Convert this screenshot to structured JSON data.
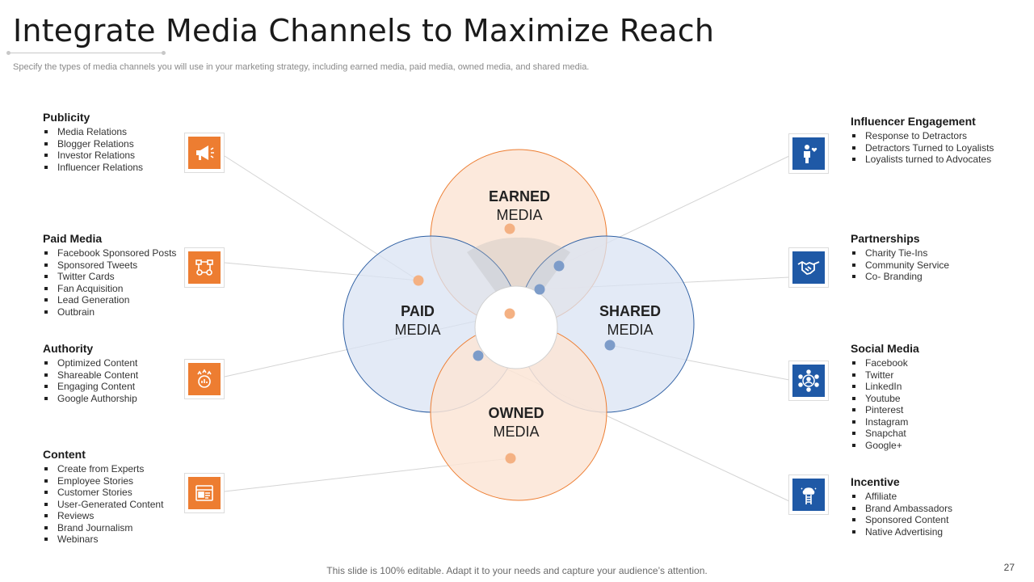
{
  "title": "Integrate Media Channels to Maximize Reach",
  "subtitle": "Specify the types of media channels you will use in your marketing strategy, including earned media, paid media, owned media, and shared media.",
  "footer": "This slide is 100% editable. Adapt it to your needs and capture your audience’s attention.",
  "page_number": "27",
  "colors": {
    "orange": "#ed7d31",
    "blue": "#1f59a6",
    "orange_fill": "#fbe5d6",
    "blue_fill": "#dae3f3"
  },
  "circles": {
    "earned": {
      "bold": "EARNED",
      "normal": "MEDIA"
    },
    "paid": {
      "bold": "PAID",
      "normal": "MEDIA"
    },
    "shared": {
      "bold": "SHARED",
      "normal": "MEDIA"
    },
    "owned": {
      "bold": "OWNED",
      "normal": "MEDIA"
    }
  },
  "left": [
    {
      "title": "Publicity",
      "icon": "megaphone-icon",
      "items": [
        "Media Relations",
        "Blogger Relations",
        "Investor Relations",
        "Influencer Relations"
      ]
    },
    {
      "title": "Paid Media",
      "icon": "workflow-icon",
      "items": [
        "Facebook Sponsored Posts",
        "Sponsored Tweets",
        "Twitter Cards",
        "Fan Acquisition",
        "Lead Generation",
        "Outbrain"
      ]
    },
    {
      "title": "Authority",
      "icon": "growth-head-icon",
      "items": [
        "Optimized Content",
        "Shareable Content",
        "Engaging Content",
        "Google Authorship"
      ]
    },
    {
      "title": "Content",
      "icon": "web-page-icon",
      "items": [
        "Create from Experts",
        "Employee Stories",
        "Customer Stories",
        "User-Generated Content",
        "Reviews",
        "Brand Journalism",
        "Webinars"
      ]
    }
  ],
  "right": [
    {
      "title": "Influencer Engagement",
      "icon": "person-heart-icon",
      "items": [
        "Response to Detractors",
        "Detractors Turned to Loyalists",
        "Loyalists turned to Advocates"
      ]
    },
    {
      "title": "Partnerships",
      "icon": "handshake-icon",
      "items": [
        "Charity Tie-Ins",
        "Community Service",
        "Co- Branding"
      ]
    },
    {
      "title": "Social Media",
      "icon": "social-network-icon",
      "items": [
        "Facebook",
        "Twitter",
        "LinkedIn",
        "Youtube",
        "Pinterest",
        "Instagram",
        "Snapchat",
        "Google+"
      ]
    },
    {
      "title": "Incentive",
      "icon": "brain-ladder-icon",
      "items": [
        "Affiliate",
        "Brand Ambassadors",
        "Sponsored Content",
        "Native Advertising"
      ]
    }
  ]
}
